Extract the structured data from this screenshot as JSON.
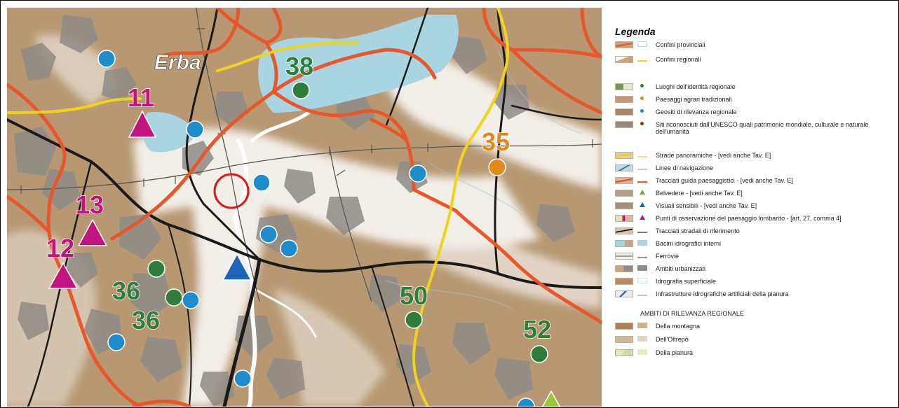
{
  "map": {
    "place_label": "Erba",
    "markers": [
      {
        "label": "38",
        "kind": "green-circle"
      },
      {
        "label": "11",
        "kind": "magenta-triangle"
      },
      {
        "label": "13",
        "kind": "magenta-triangle"
      },
      {
        "label": "12",
        "kind": "magenta-triangle"
      },
      {
        "label": "36",
        "kind": "green-circle"
      },
      {
        "label": "36",
        "kind": "green-circle"
      },
      {
        "label": "35",
        "kind": "orange-circle"
      },
      {
        "label": "50",
        "kind": "green-circle"
      },
      {
        "label": "52",
        "kind": "green-circle"
      }
    ],
    "colors": {
      "terrain_light": "#f2eee8",
      "terrain_brown": "#b79873",
      "urban": "#8f8b87",
      "province_border": "#e8572a",
      "region_border": "#f2d31c",
      "road": "#1a1a1a",
      "water": "#a9d4e2",
      "blue_marker": "#1f8ccc",
      "green_marker": "#2f7d3b",
      "magenta_marker": "#c2147f",
      "orange_marker": "#e08a1e",
      "highlight_ring": "#e01414"
    }
  },
  "legend": {
    "title": "Legenda",
    "items": [
      "Confini provinciali",
      "Confini regionali",
      "Luoghi dell'identità regionale",
      "Paesaggi agrari tradizionali",
      "Geositi di rilevanza regionale",
      "Siti riconosciuti dall'UNESCO quali patrimonio mondiale, culturale e naturale dell'umanità",
      "Strade panoramiche - [vedi anche Tav. E]",
      "Linee di navigazione",
      "Tracciati guida paesaggistici - [vedi anche Tav. E]",
      "Belvedere - [vedi anche Tav. E]",
      "Visuali sensibili - [vedi anche Tav. E]",
      "Punti di osservazione del paesaggio lombardo - [art. 27, comma 4]",
      "Tracciati stradali di riferimento",
      "Bacini idrografici interni",
      "Ferrovie",
      "Ambiti urbanizzati",
      "Idrografia superficiale",
      "Infrastrutture idrografiche artificiali della pianura"
    ],
    "section_title": "AMBITI DI RILEVANZA REGIONALE",
    "section_items": [
      "Della montagna",
      "Dell'Oltrepò",
      "Della pianura"
    ]
  }
}
